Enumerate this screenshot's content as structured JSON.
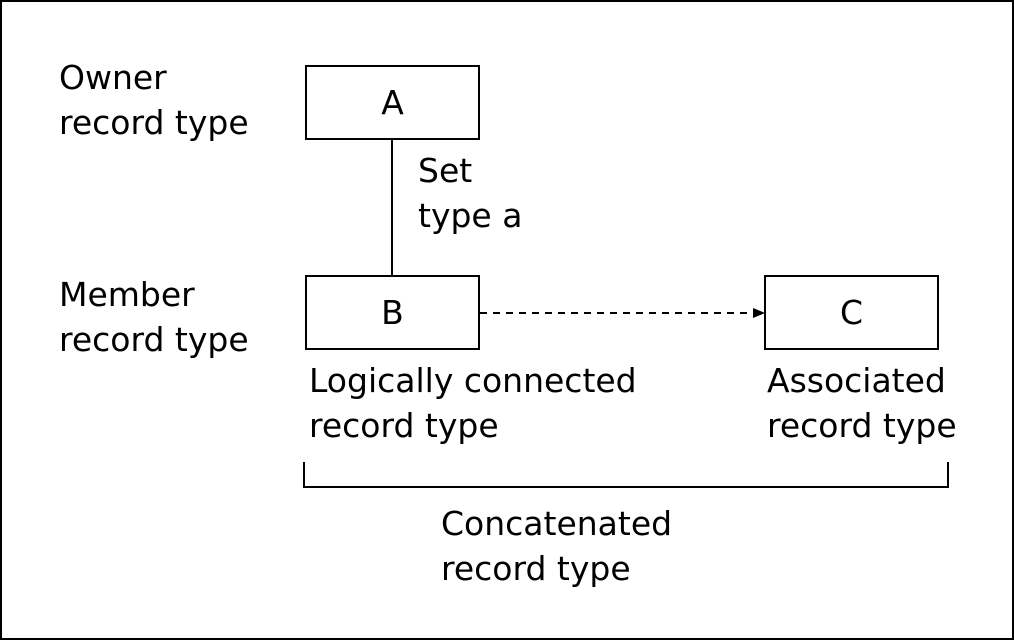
{
  "labels": {
    "owner": "Owner\nrecord type",
    "set_type": "Set\ntype a",
    "member": "Member\nrecord type",
    "logically_connected": "Logically connected\nrecord type",
    "associated": "Associated\nrecord type",
    "concatenated": "Concatenated\nrecord type"
  },
  "boxes": {
    "a": "A",
    "b": "B",
    "c": "C"
  },
  "colors": {
    "line": "#000000",
    "background": "#ffffff"
  }
}
